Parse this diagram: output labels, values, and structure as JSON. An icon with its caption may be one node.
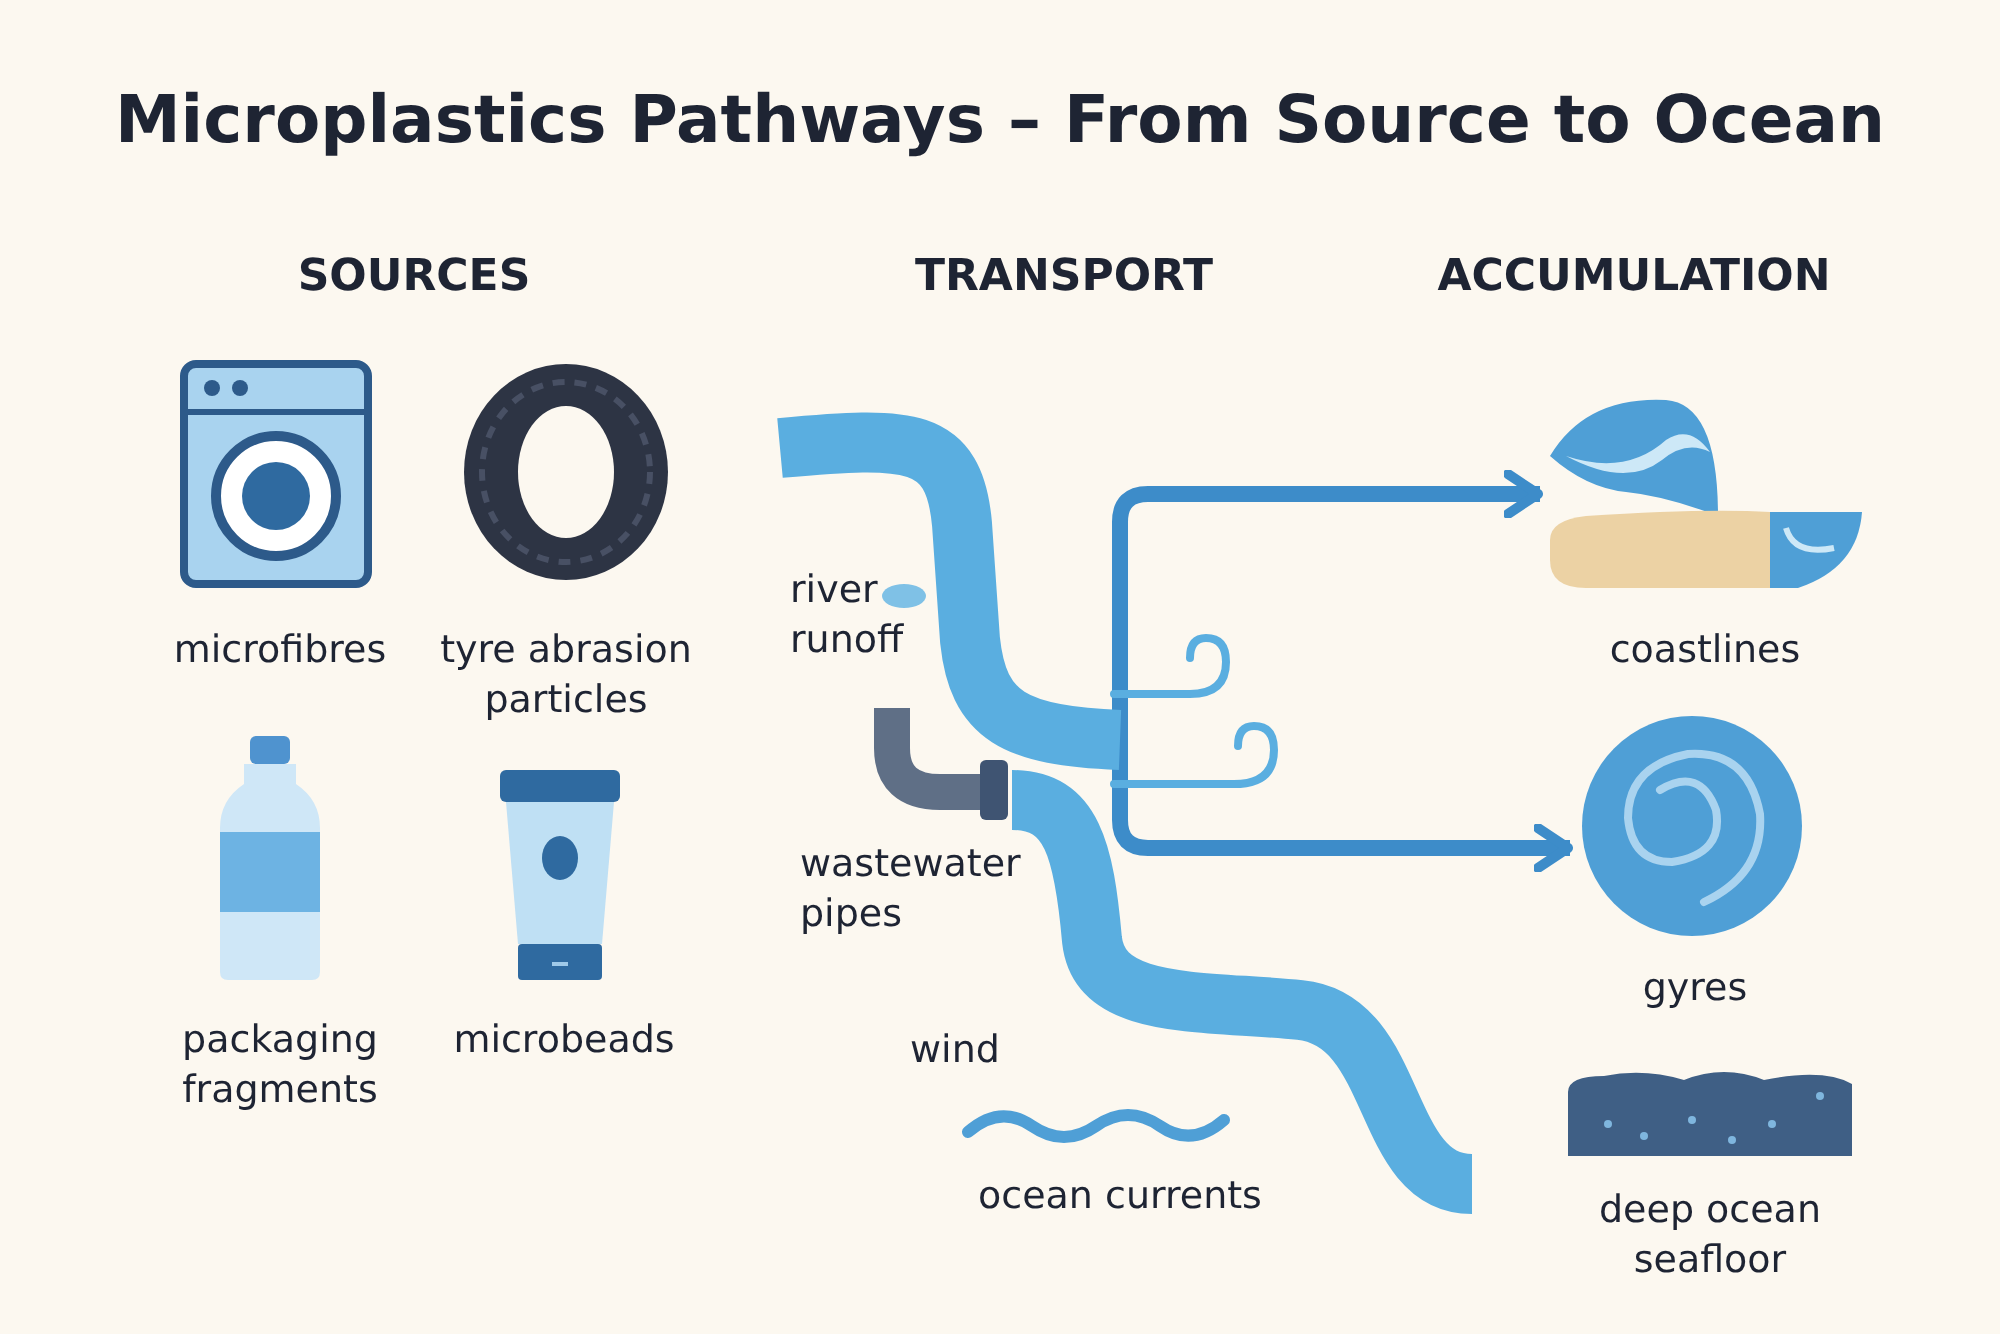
{
  "diagram": {
    "title": "Microplastics Pathways – From Source to Ocean",
    "nodes": [
      {
        "text": [],
        "shape": "band"
      },
      {
        "text": [
          "coastlines"
        ]
      },
      {
        "text": [
          "gyres"
        ]
      },
      {
        "text": [
          "deep ocean seafloor"
        ]
      }
    ],
    "edges": [
      {
        "from": 0,
        "to": 1,
        "arrow": "to"
      },
      {
        "from": 0,
        "to": 2,
        "arrow": "to"
      }
    ],
    "labels": [
      "SOURCES",
      "TRANSPORT",
      "ACCUMULATION",
      "microfibres",
      "tyre abrasion particles",
      "river runoff",
      "packaging fragments",
      "microbeads",
      "wastewater pipes",
      "wind",
      "ocean currents"
    ]
  }
}
